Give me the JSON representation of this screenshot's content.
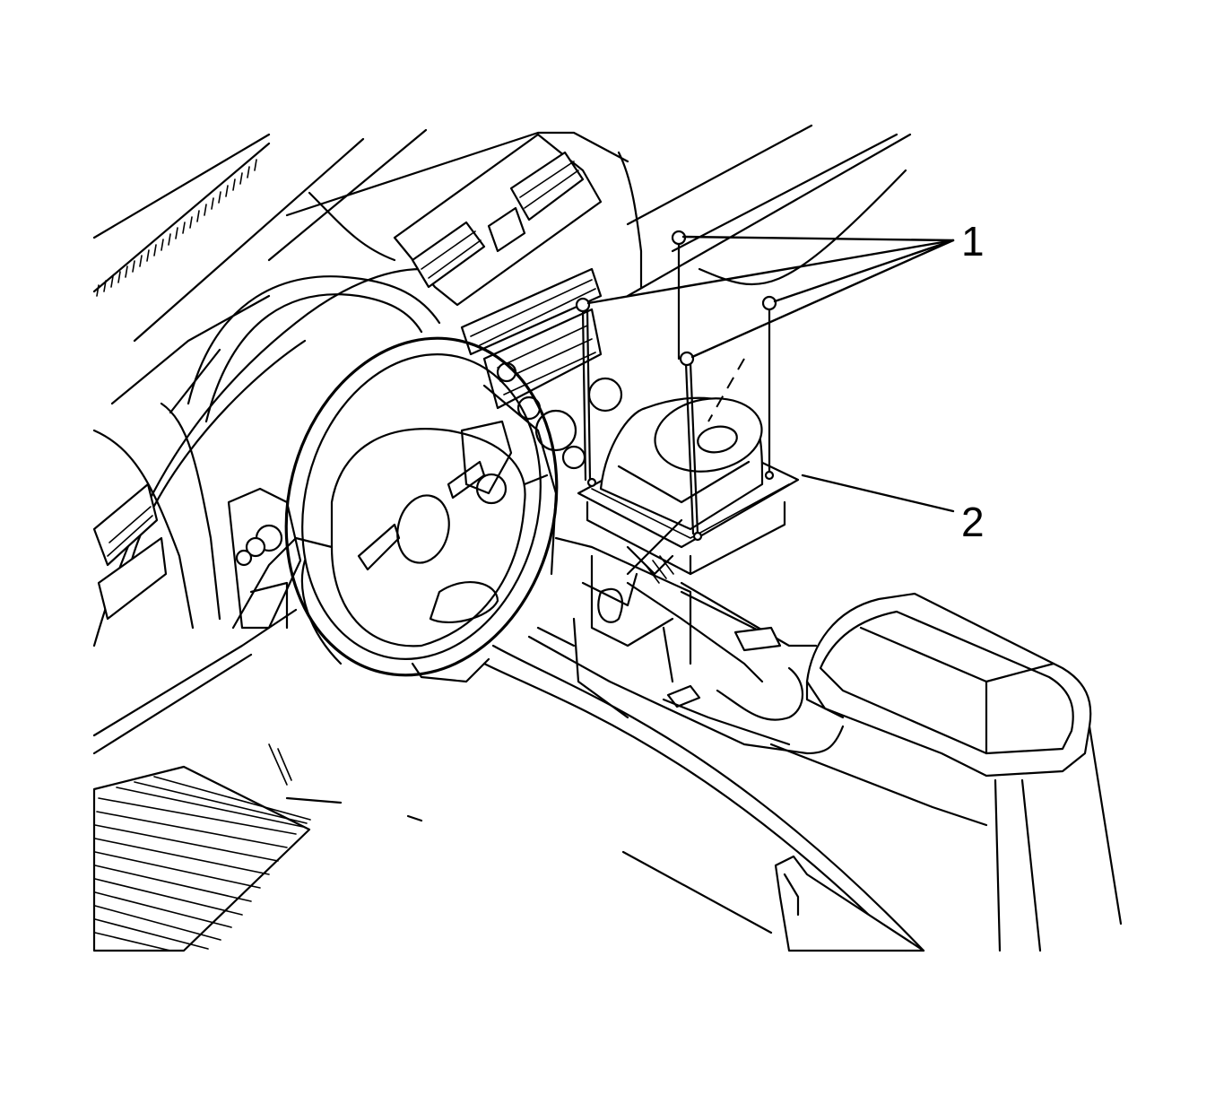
{
  "colors": {
    "background": "#ffffff",
    "line": "#000000"
  },
  "callouts": [
    {
      "id": "1",
      "label": "1"
    },
    {
      "id": "2",
      "label": "2"
    }
  ]
}
